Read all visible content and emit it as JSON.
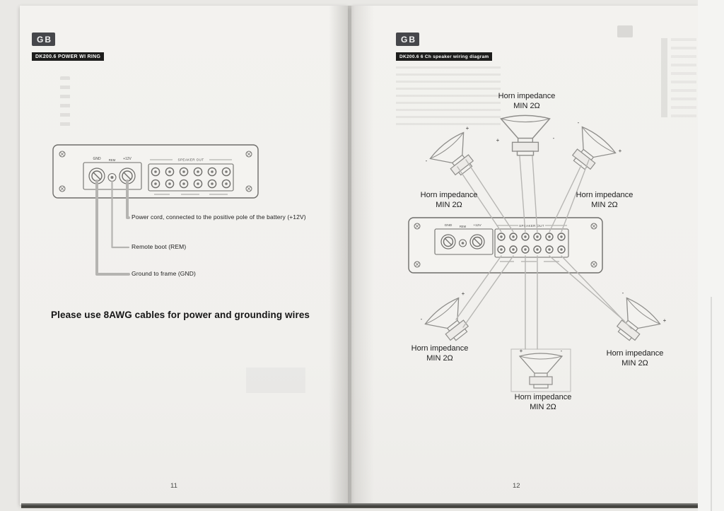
{
  "left_page": {
    "lang_badge": "GB",
    "section_label": "DK200.6 POWER WI RING",
    "amp": {
      "terminal_labels": [
        "GND",
        "REM",
        "+12V"
      ],
      "speaker_out_label": "SPEAKER OUT"
    },
    "annotations": [
      {
        "text": "Power cord, connected to the positive pole of the battery (+12V)"
      },
      {
        "text": "Remote boot (REM)"
      },
      {
        "text": "Ground to frame (GND)"
      }
    ],
    "note": "Please use 8AWG cables for power and grounding wires",
    "page_number": "11"
  },
  "right_page": {
    "lang_badge": "GB",
    "section_label": "DK200.6 6 Ch speaker wiring diagram",
    "amp": {
      "terminal_labels": [
        "GND",
        "REM",
        "+12V"
      ],
      "speaker_out_label": "SPEAKER OUT"
    },
    "polarity": {
      "plus": "+",
      "minus": "-"
    },
    "horns": [
      {
        "line1": "Horn impedance",
        "line2": "MIN 2Ω"
      },
      {
        "line1": "Horn impedance",
        "line2": "MIN 2Ω"
      },
      {
        "line1": "Horn impedance",
        "line2": "MIN 2Ω"
      },
      {
        "line1": "Horn impedance",
        "line2": "MIN 2Ω"
      },
      {
        "line1": "Horn impedance",
        "line2": "MIN 2Ω"
      },
      {
        "line1": "Horn impedance",
        "line2": "MIN 2Ω"
      }
    ],
    "page_number": "12"
  }
}
